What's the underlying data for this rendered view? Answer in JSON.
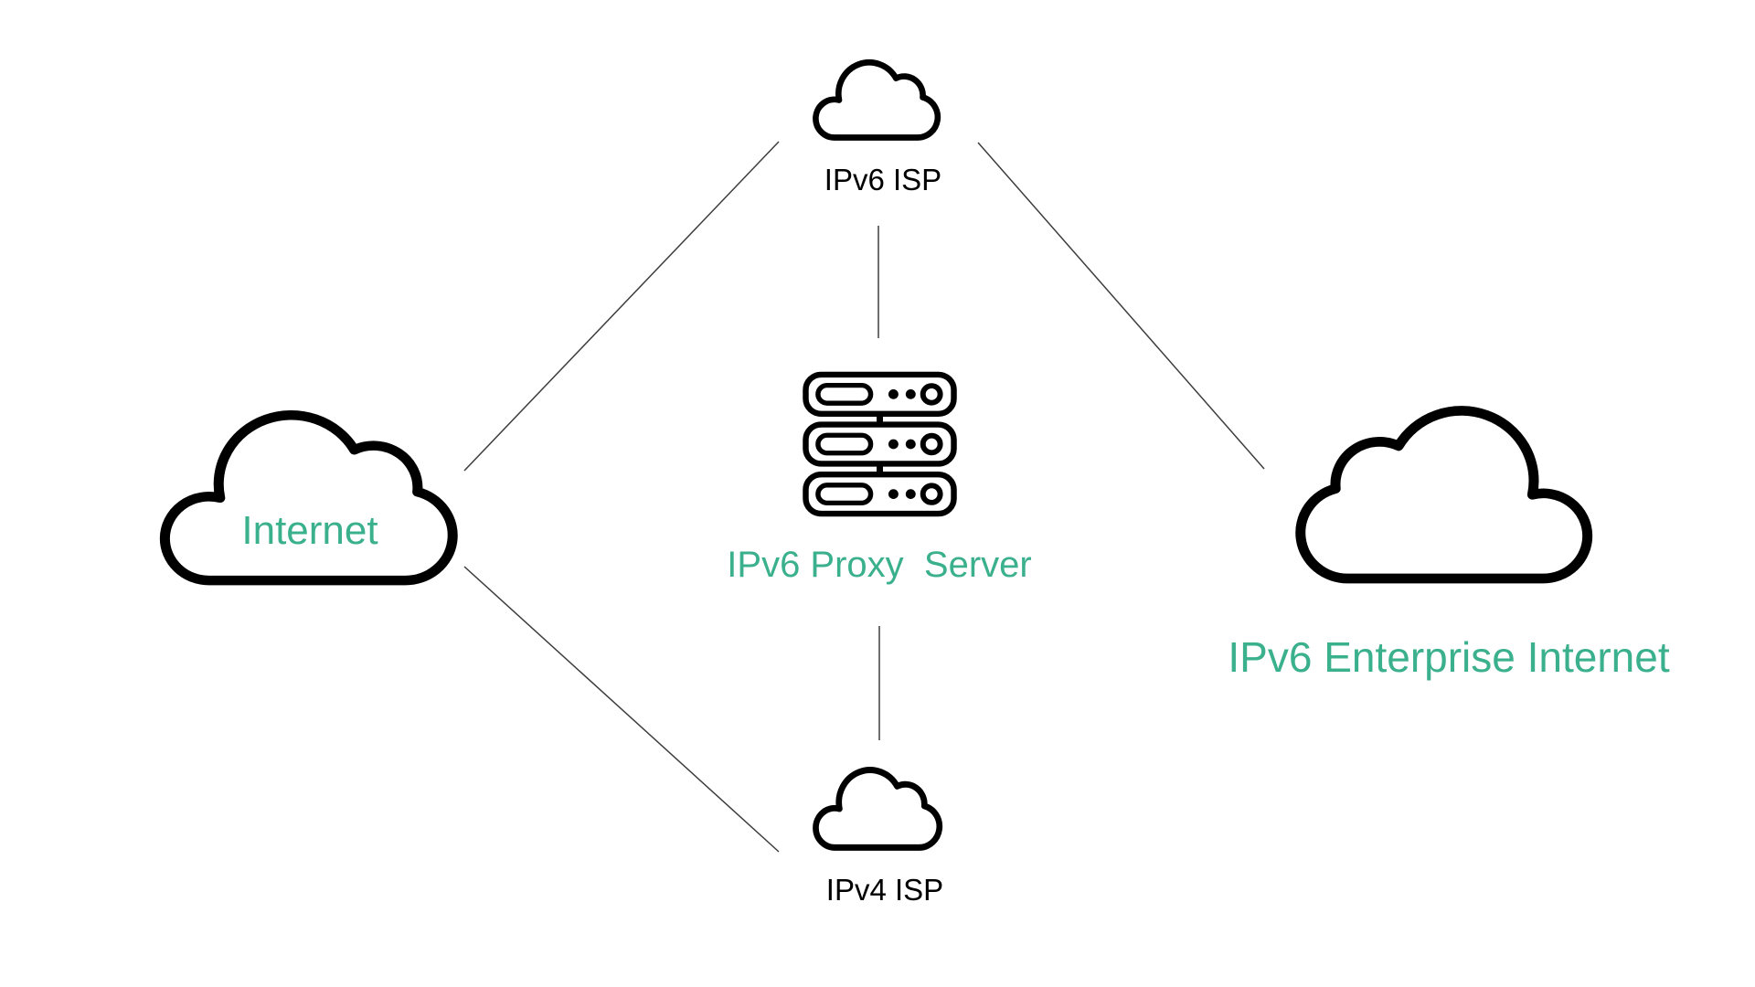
{
  "page": {
    "background": "#ffffff"
  },
  "diagram": {
    "type": "network-topology",
    "colors": {
      "accent_teal": "#3ab08d",
      "node_stroke": "#000000",
      "dark_label": "#000000",
      "connector_line": "#3d3d3d"
    },
    "nodes": {
      "ipv6_isp": {
        "label": "IPv6 ISP",
        "icon": "cloud-icon",
        "label_color": "#000000"
      },
      "internet": {
        "label": "Internet",
        "icon": "cloud-icon",
        "label_color": "#3ab08d"
      },
      "proxy_server": {
        "label": "IPv6 Proxy  Server",
        "icon": "server-icon",
        "label_color": "#3ab08d"
      },
      "enterprise": {
        "label": "IPv6 Enterprise Internet",
        "icon": "cloud-icon",
        "label_color": "#3ab08d"
      },
      "ipv4_isp": {
        "label": "IPv4 ISP",
        "icon": "cloud-icon",
        "label_color": "#000000"
      }
    },
    "edges": [
      {
        "from": "Internet",
        "to": "IPv6 ISP"
      },
      {
        "from": "IPv6 ISP",
        "to": "IPv6 Proxy  Server"
      },
      {
        "from": "IPv6 ISP",
        "to": "IPv6 Enterprise Internet"
      },
      {
        "from": "IPv6 Proxy  Server",
        "to": "IPv4 ISP"
      },
      {
        "from": "Internet",
        "to": "IPv4 ISP"
      }
    ]
  }
}
